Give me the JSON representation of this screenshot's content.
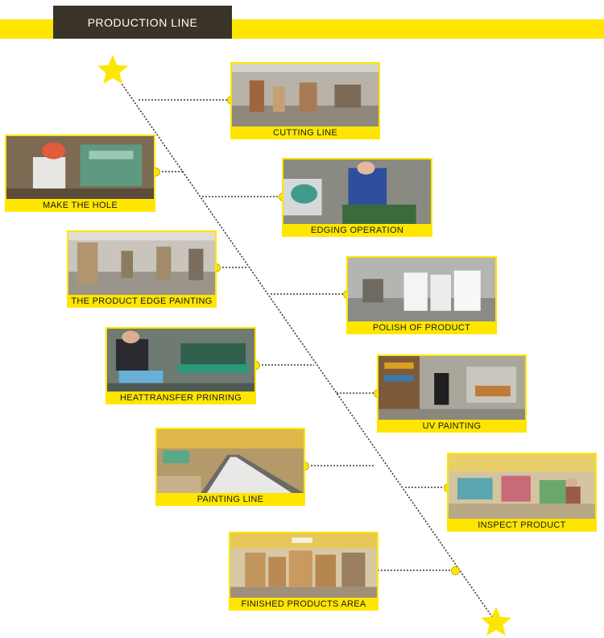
{
  "header": {
    "title": "PRODUCTION LINE"
  },
  "colors": {
    "accent": "#ffe600",
    "header_dark": "#3a3328",
    "line": "#3a3a3a"
  },
  "steps": [
    {
      "caption": "CUTTING LINE"
    },
    {
      "caption": "MAKE THE HOLE"
    },
    {
      "caption": "EDGING OPERATION"
    },
    {
      "caption": "THE PRODUCT EDGE PAINTING"
    },
    {
      "caption": "POLISH OF PRODUCT"
    },
    {
      "caption": "HEATTRANSFER PRINRING"
    },
    {
      "caption": "UV PAINTING"
    },
    {
      "caption": "PAINTING LINE"
    },
    {
      "caption": "INSPECT PRODUCT"
    },
    {
      "caption": "FINISHED PRODUCTS AREA"
    }
  ]
}
